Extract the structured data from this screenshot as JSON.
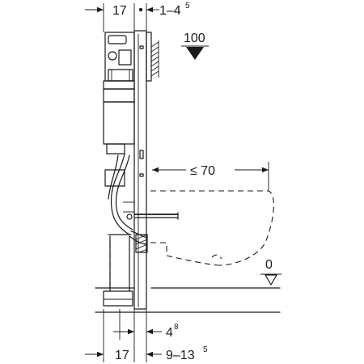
{
  "dimensions": {
    "top_left": "17",
    "top_right_base": "1–4",
    "top_right_sup": "5",
    "height_marker": "100",
    "clearance": "≤ 70",
    "floor_marker": "0",
    "bottom_upper_base": "4",
    "bottom_upper_sup": "8",
    "bottom_lower_base": "9–13",
    "bottom_lower_sup": "5"
  },
  "colors": {
    "ink": "#1a1a1a",
    "background": "#ffffff"
  }
}
